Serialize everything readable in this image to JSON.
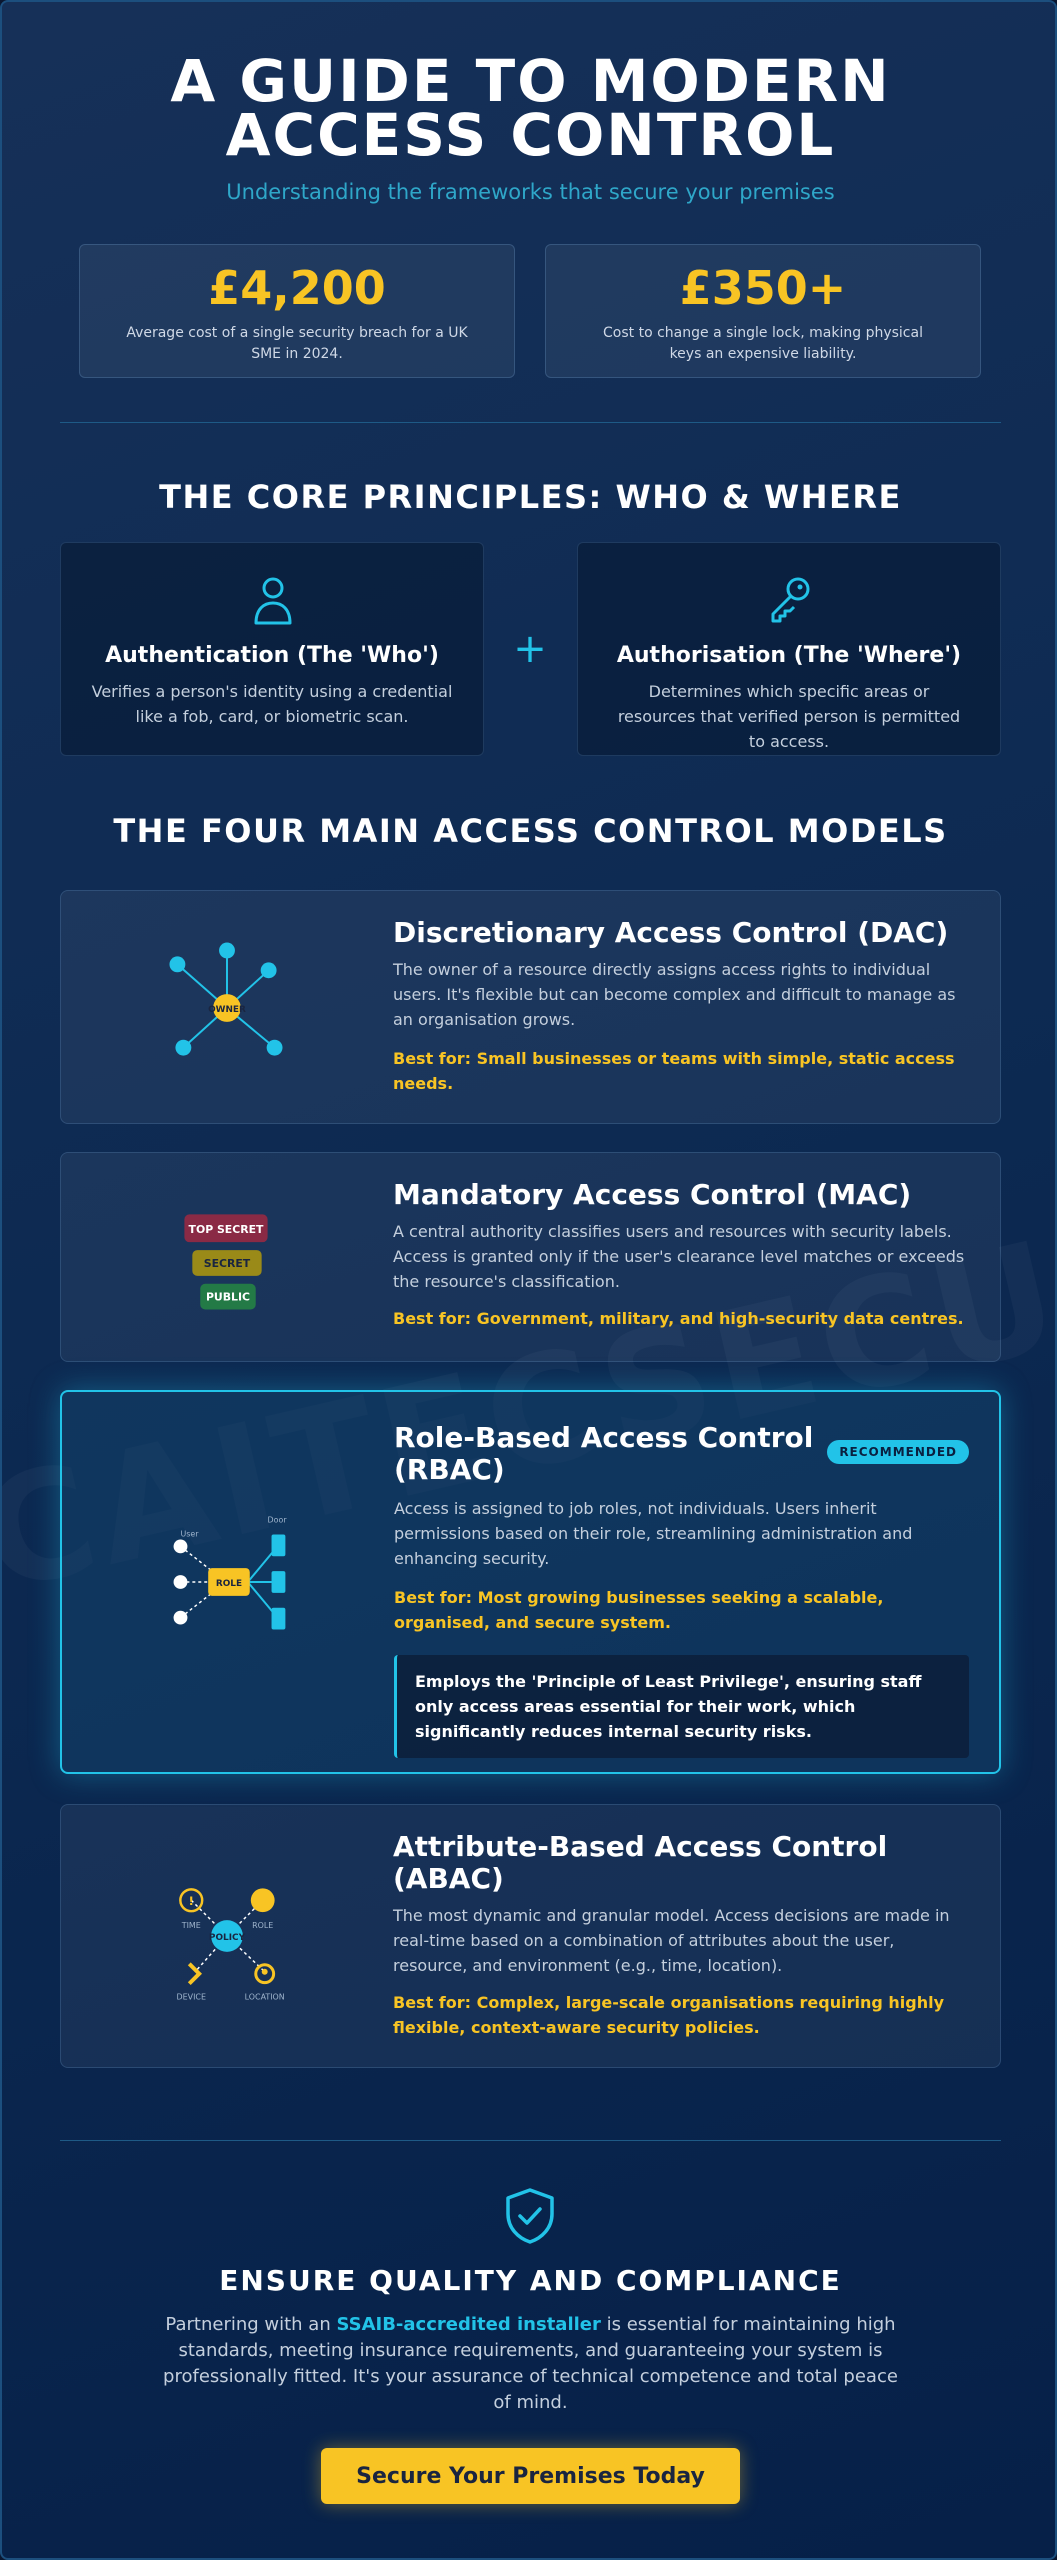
{
  "header": {
    "title": "A GUIDE TO MODERN ACCESS CONTROL",
    "subtitle": "Understanding the frameworks that secure your premises"
  },
  "stats": [
    {
      "value": "£4,200",
      "description": "Average cost of a single security breach for a UK SME in 2024."
    },
    {
      "value": "£350+",
      "description": "Cost to change a single lock, making physical keys an expensive liability."
    }
  ],
  "principles": {
    "heading": "THE CORE PRINCIPLES: WHO & WHERE",
    "connector": "+",
    "items": [
      {
        "icon": "user-icon",
        "title": "Authentication (The 'Who')",
        "description": "Verifies a person's identity using a credential like a fob, card, or biometric scan."
      },
      {
        "icon": "key-icon",
        "title": "Authorisation (The 'Where')",
        "description": "Determines which specific areas or resources that verified person is permitted to access."
      }
    ]
  },
  "models": {
    "heading": "THE FOUR MAIN ACCESS CONTROL MODELS",
    "items": [
      {
        "title": "Discretionary Access Control (DAC)",
        "description": "The owner of a resource directly assigns access rights to individual users. It's flexible but can become complex and difficult to manage as an organisation grows.",
        "best_for": "Best for: Small businesses or teams with simple, static access needs.",
        "diagram_label": "OWNER"
      },
      {
        "title": "Mandatory Access Control (MAC)",
        "description": "A central authority classifies users and resources with security labels. Access is granted only if the user's clearance level matches or exceeds the resource's classification.",
        "best_for": "Best for: Government, military, and high-security data centres.",
        "levels": [
          "TOP SECRET",
          "SECRET",
          "PUBLIC"
        ]
      },
      {
        "title": "Role-Based Access Control (RBAC)",
        "badge": "RECOMMENDED",
        "description": "Access is assigned to job roles, not individuals. Users inherit permissions based on their role, streamlining administration and enhancing security.",
        "best_for": "Best for: Most growing businesses seeking a scalable, organised, and secure system.",
        "callout": "Employs the 'Principle of Least Privilege', ensuring staff only access areas essential for their work, which significantly reduces internal security risks.",
        "diagram_labels": {
          "user": "User",
          "door": "Door",
          "role": "ROLE"
        }
      },
      {
        "title": "Attribute-Based Access Control (ABAC)",
        "description": "The most dynamic and granular model. Access decisions are made in real-time based on a combination of attributes about the user, resource, and environment (e.g., time, location).",
        "best_for": "Best for: Complex, large-scale organisations requiring highly flexible, context-aware security policies.",
        "diagram_labels": {
          "center": "POLICY",
          "time": "TIME",
          "role": "ROLE",
          "device": "DEVICE",
          "location": "LOCATION"
        }
      }
    ]
  },
  "footer": {
    "icon": "shield-check-icon",
    "title": "ENSURE QUALITY AND COMPLIANCE",
    "text_before": "Partnering with an ",
    "highlight": "SSAIB-accredited installer",
    "text_after": " is essential for maintaining high standards, meeting insurance requirements, and guaranteeing your system is professionally fitted. It's your assurance of technical competence and total peace of mind.",
    "cta_label": "Secure Your Premises Today"
  },
  "watermark": "CAITECSECURITY.UK",
  "colors": {
    "accent": "#22c3e8",
    "gold": "#f8c424",
    "background": "#0d2a52"
  }
}
